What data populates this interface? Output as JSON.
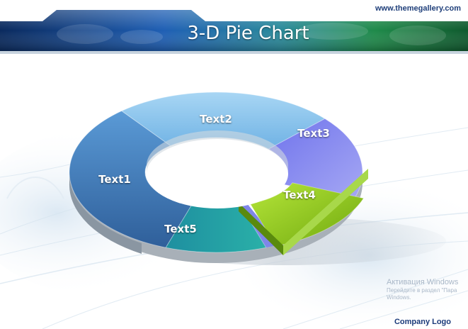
{
  "header": {
    "url": "www.themegallery.com",
    "title": "3-D Pie Chart"
  },
  "chart": {
    "segments": [
      {
        "label": "Text1",
        "color": "#3f7fbf"
      },
      {
        "label": "Text2",
        "color": "#8ec6ea"
      },
      {
        "label": "Text3",
        "color": "#8a8df0"
      },
      {
        "label": "Text4",
        "color": "#8fcf1e"
      },
      {
        "label": "Text5",
        "color": "#1fa0a3"
      }
    ]
  },
  "watermark": {
    "title": "Активация Windows",
    "line1": "Перейдите в раздел \"Пара",
    "line2": "Windows."
  },
  "footer": {
    "logo": "Company Logo"
  }
}
